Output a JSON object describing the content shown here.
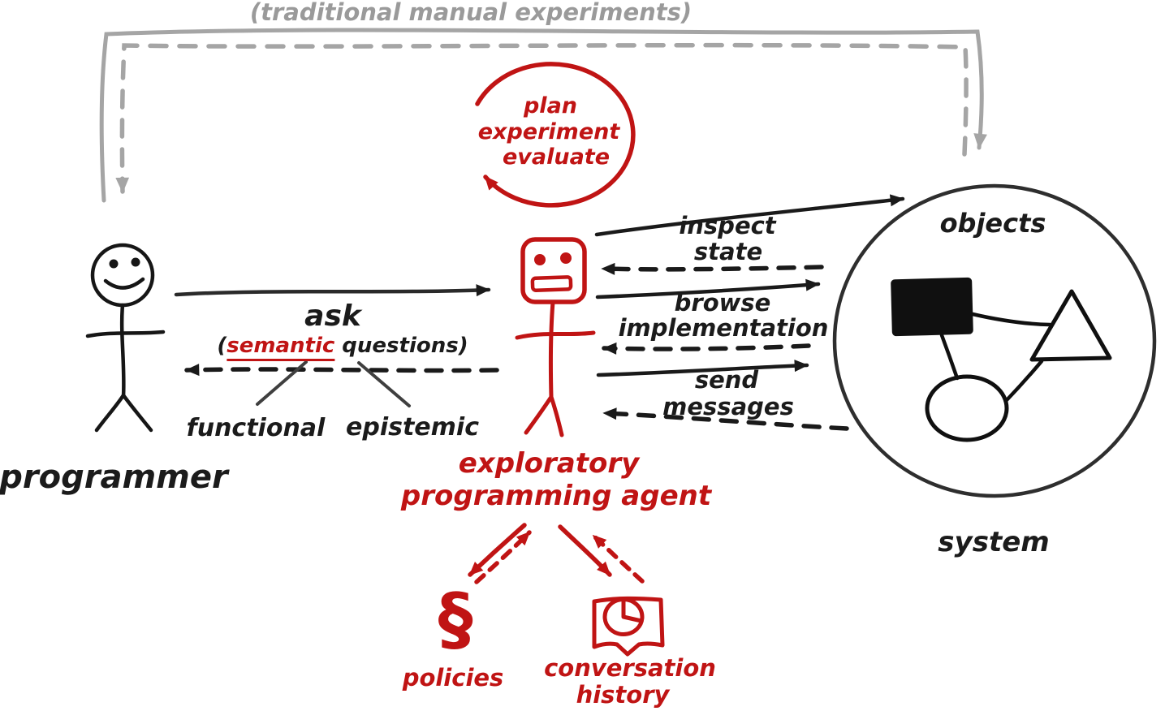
{
  "colors": {
    "accent_red": "#c01414",
    "loop_gray": "#a5a5a5",
    "ink_black": "#1a1a1a"
  },
  "top_loop": {
    "label": "(traditional manual experiments)"
  },
  "cycle": {
    "line1": "plan",
    "line2": "experiment",
    "line3": "evaluate"
  },
  "programmer": {
    "label": "programmer"
  },
  "ask": {
    "label": "ask",
    "paren_open": "(",
    "semantic": "semantic",
    "questions_suffix": "questions)",
    "functional": "functional",
    "epistemic": "epistemic"
  },
  "agent": {
    "line1": "exploratory",
    "line2": "programming agent"
  },
  "interactions": [
    {
      "line1": "inspect",
      "line2": "state"
    },
    {
      "line1": "browse",
      "line2": "implementation"
    },
    {
      "line1": "send",
      "line2": "messages"
    }
  ],
  "system": {
    "objects_label": "objects",
    "label": "system"
  },
  "resources": {
    "policies_symbol": "§",
    "policies_label": "policies",
    "history_line1": "conversation",
    "history_line2": "history"
  }
}
